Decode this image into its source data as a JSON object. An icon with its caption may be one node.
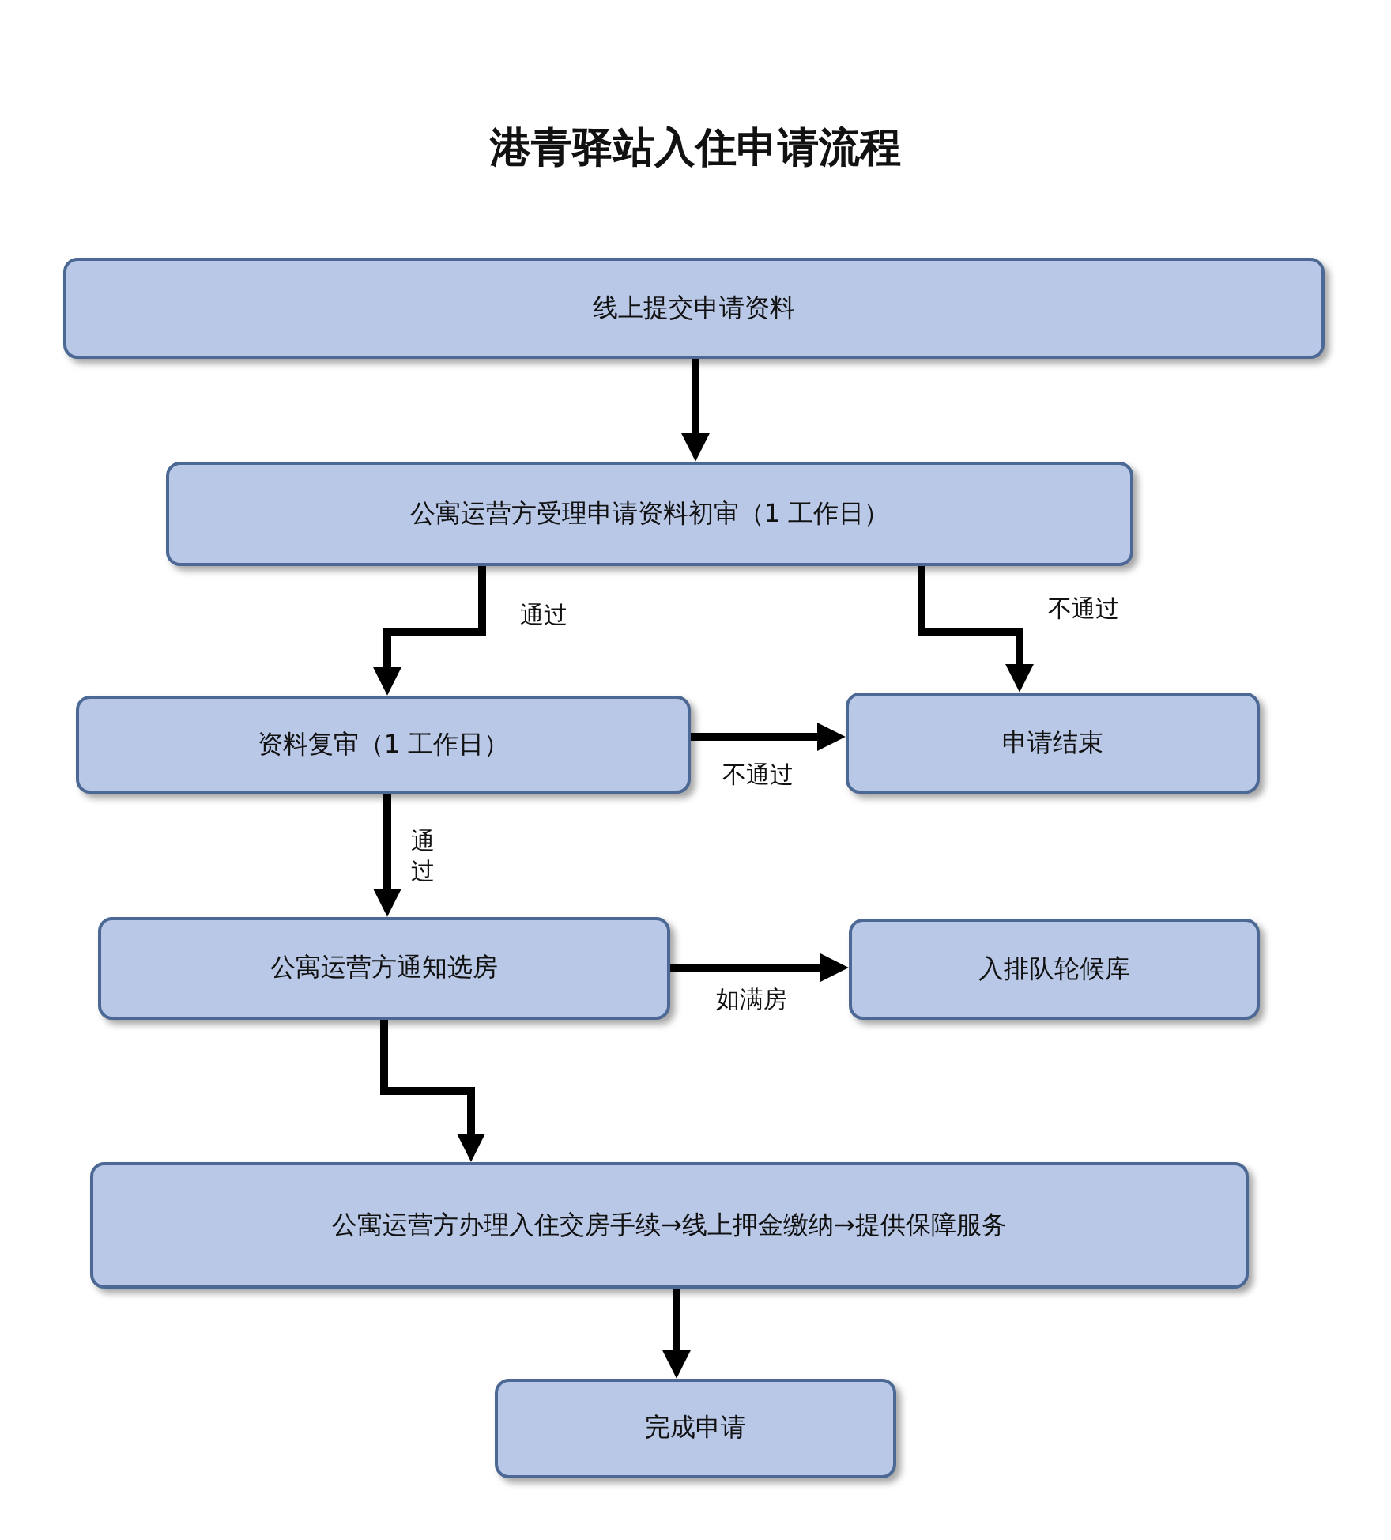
{
  "diagram": {
    "title": "港青驿站入住申请流程",
    "nodes": [
      {
        "text": [
          "线上提交申请资料"
        ]
      },
      {
        "text": [
          "公寓运营方受理申请资料初审（1 工作日）"
        ]
      },
      {
        "text": [
          "资料复审（1 工作日）"
        ]
      },
      {
        "text": [
          "申请结束"
        ]
      },
      {
        "text": [
          "公寓运营方通知选房"
        ]
      },
      {
        "text": [
          "入排队轮候库"
        ]
      },
      {
        "text": [
          "公寓运营方办理入住交房手续→线上押金缴纳→提供保障服务"
        ]
      },
      {
        "text": [
          "完成申请"
        ]
      }
    ],
    "edges": [
      {
        "from": 0,
        "to": 1,
        "arrow": "to"
      },
      {
        "from": 1,
        "to": 2,
        "arrow": "to",
        "label": "通过"
      },
      {
        "from": 1,
        "to": 3,
        "arrow": "to",
        "label": "不通过"
      },
      {
        "from": 2,
        "to": 3,
        "arrow": "to",
        "label": "不通过"
      },
      {
        "from": 2,
        "to": 4,
        "arrow": "to",
        "label": "通过"
      },
      {
        "from": 4,
        "to": 5,
        "arrow": "to",
        "label": "如满房"
      },
      {
        "from": 4,
        "to": 6,
        "arrow": "to"
      },
      {
        "from": 6,
        "to": 7,
        "arrow": "to"
      }
    ]
  }
}
